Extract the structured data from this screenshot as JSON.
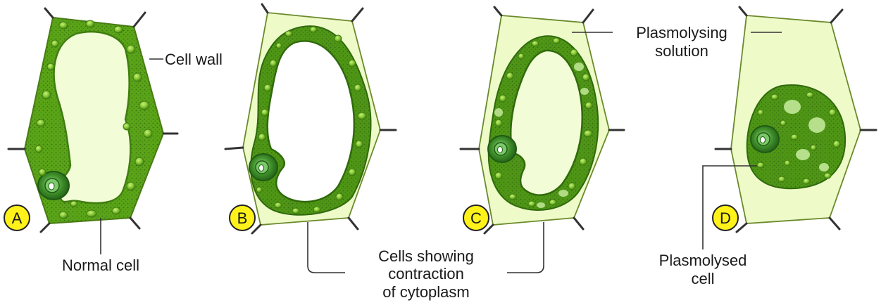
{
  "colors": {
    "cell_wall_fill": "#eefbc9",
    "cell_wall_stroke": "#5b7a1a",
    "cytoplasm": "#5aa418",
    "cytoplasm_dark": "#3f7d12",
    "vacuole": "#f2fcd6",
    "granule": "#8fcf3a",
    "nucleus": "#2f6f1a",
    "badge": "#fff21a",
    "plasmolysing_solution": "#eefbc9"
  },
  "labels": {
    "cell_wall": "Cell wall",
    "plasmolysing_1": "Plasmolysing",
    "plasmolysing_2": "solution",
    "normal_cell": "Normal cell",
    "cells_showing_1": "Cells showing",
    "cells_showing_2": "contraction",
    "cells_showing_3": "of cytoplasm",
    "plasmolysed_1": "Plasmolysed",
    "plasmolysed_2": "cell"
  },
  "badges": [
    "A",
    "B",
    "C",
    "D"
  ]
}
